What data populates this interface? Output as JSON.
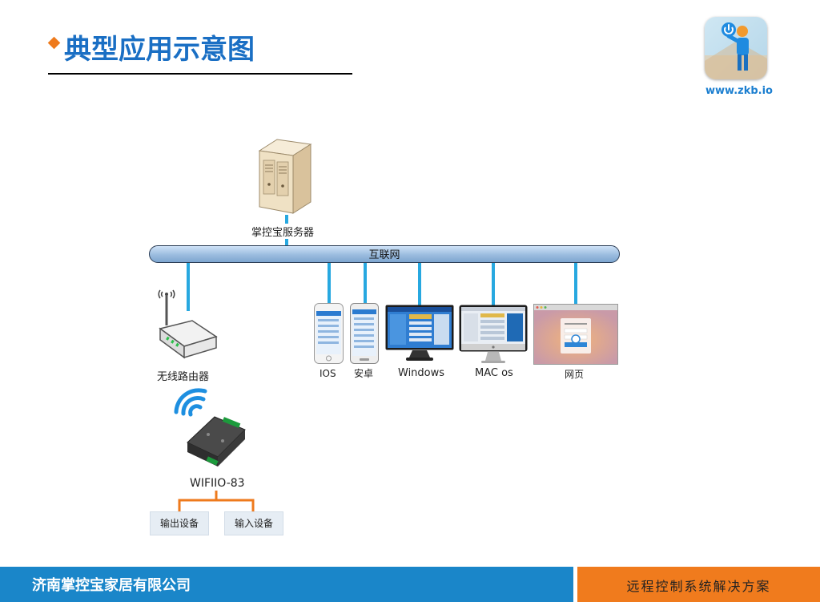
{
  "header": {
    "title": "典型应用示意图",
    "logo_url": "www.zkb.io"
  },
  "diagram": {
    "server_label": "掌控宝服务器",
    "network_label": "互联网",
    "router_label": "无线路由器",
    "module_label": "WIFIIO-83",
    "clients": [
      {
        "label": "IOS"
      },
      {
        "label": "安卓"
      },
      {
        "label": "Windows"
      },
      {
        "label": "MAC os"
      },
      {
        "label": "网页"
      }
    ],
    "outputs": [
      {
        "label": "输出设备"
      },
      {
        "label": "输入设备"
      }
    ]
  },
  "footer": {
    "company": "济南掌控宝家居有限公司",
    "slogan": "远程控制系统解决方案"
  },
  "colors": {
    "title_blue": "#1a6fc4",
    "accent_orange": "#f07b1d",
    "footer_blue": "#1a86c9",
    "link_line": "#27a8e0",
    "wire_orange": "#ee7a1c"
  }
}
